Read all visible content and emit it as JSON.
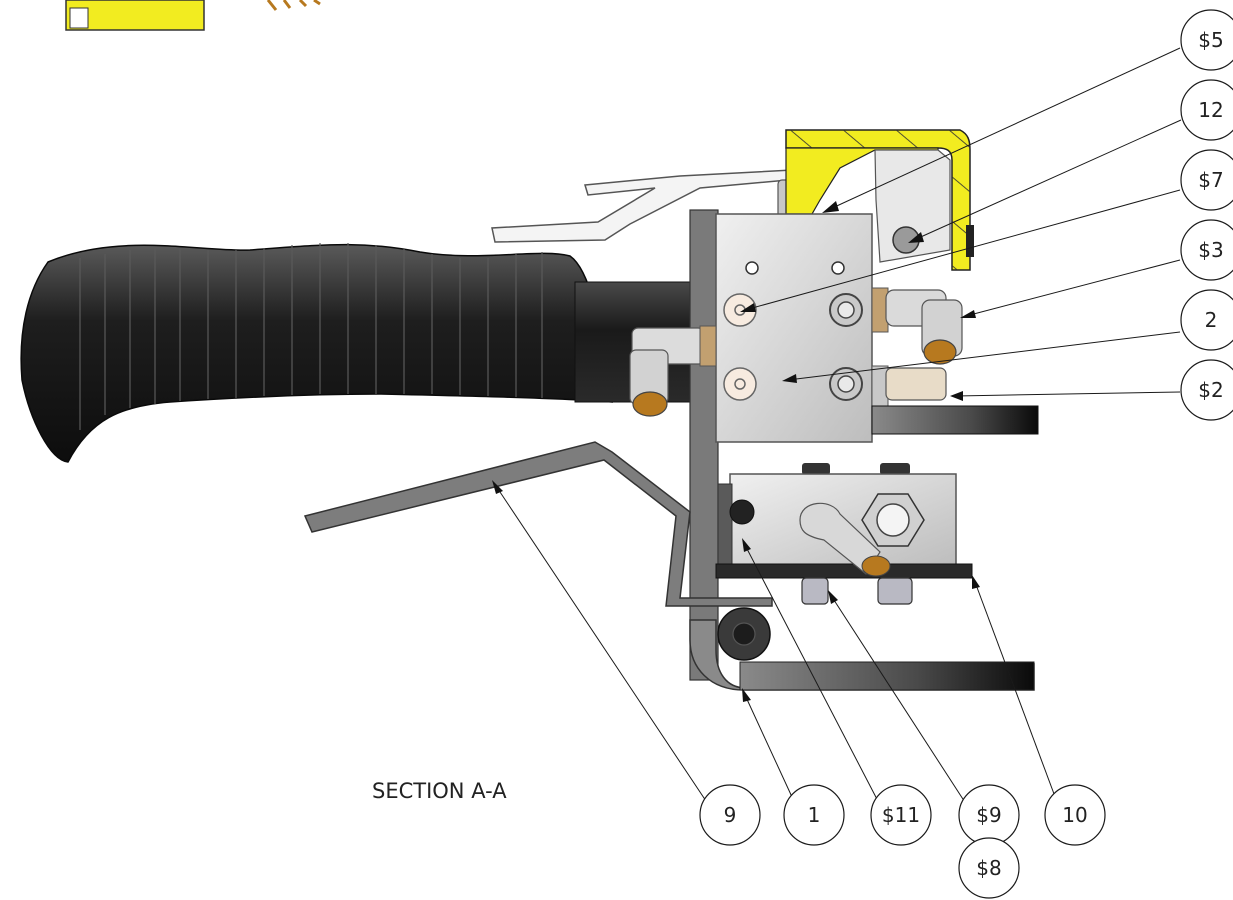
{
  "section_label": "SECTION A-A",
  "colors": {
    "grip": "#1c1c1c",
    "metal": "#d8d8d8",
    "plate": "#6e6e6e",
    "section_yellow": "#f2ec20",
    "brass": "#b7791f"
  },
  "balloons": [
    {
      "id": "b5s",
      "label": "$5"
    },
    {
      "id": "b12",
      "label": "12"
    },
    {
      "id": "b7s",
      "label": "$7"
    },
    {
      "id": "b3s",
      "label": "$3"
    },
    {
      "id": "b2",
      "label": "2"
    },
    {
      "id": "b2s",
      "label": "$2"
    },
    {
      "id": "b9",
      "label": "9"
    },
    {
      "id": "b1",
      "label": "1"
    },
    {
      "id": "b11s",
      "label": "$11"
    },
    {
      "id": "b9s",
      "label": "$9"
    },
    {
      "id": "b10",
      "label": "10"
    },
    {
      "id": "b8s",
      "label": "$8"
    }
  ]
}
